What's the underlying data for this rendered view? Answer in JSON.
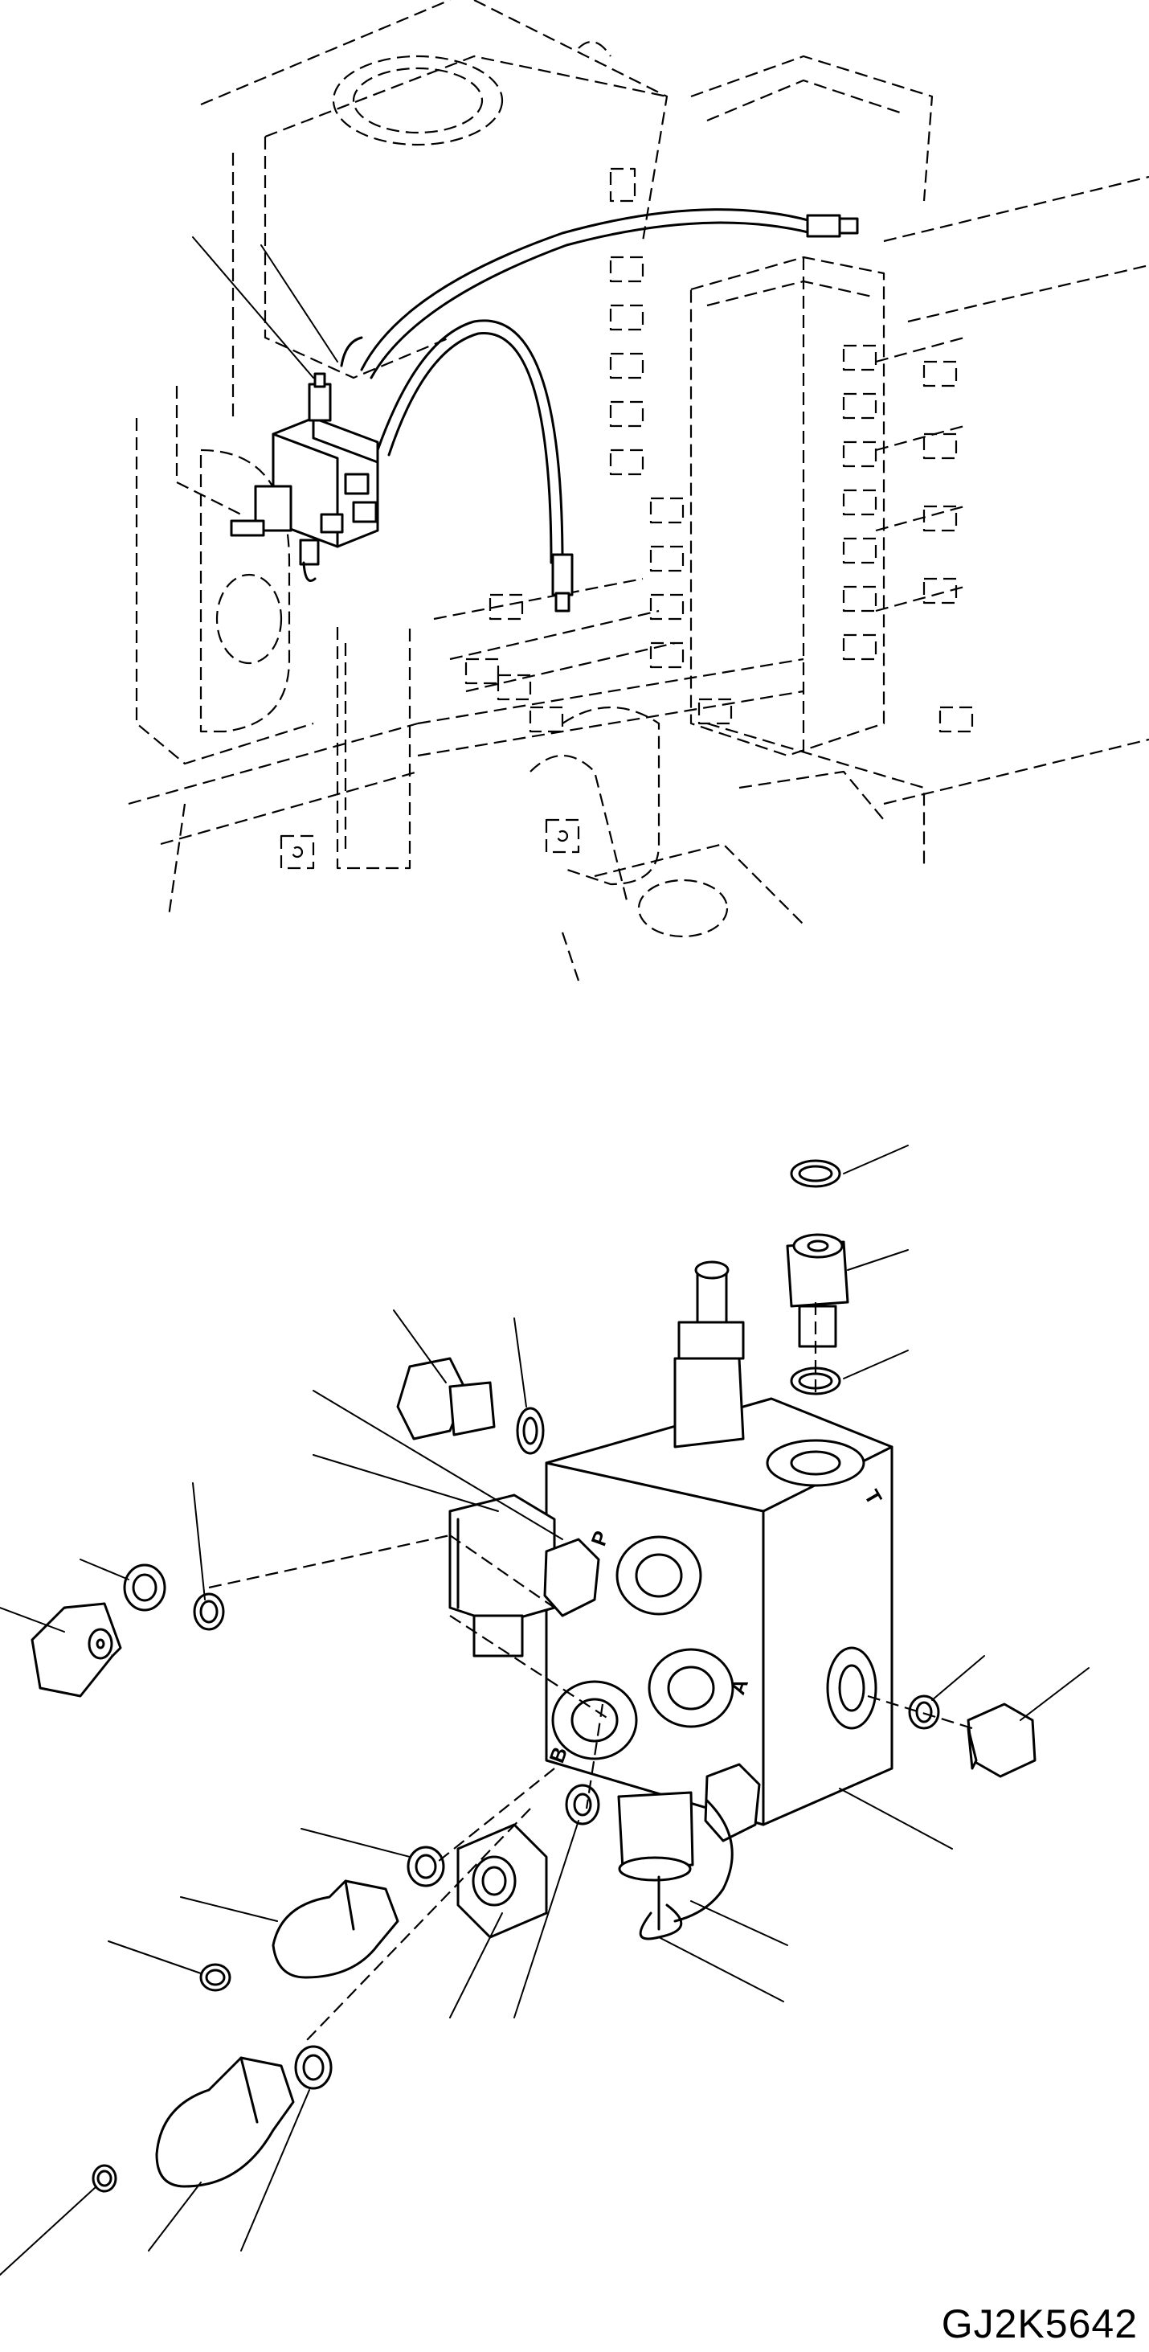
{
  "drawing_code": "GJ2K5642",
  "port_labels": {
    "p": "P",
    "a": "A",
    "b": "B",
    "t": "T"
  }
}
